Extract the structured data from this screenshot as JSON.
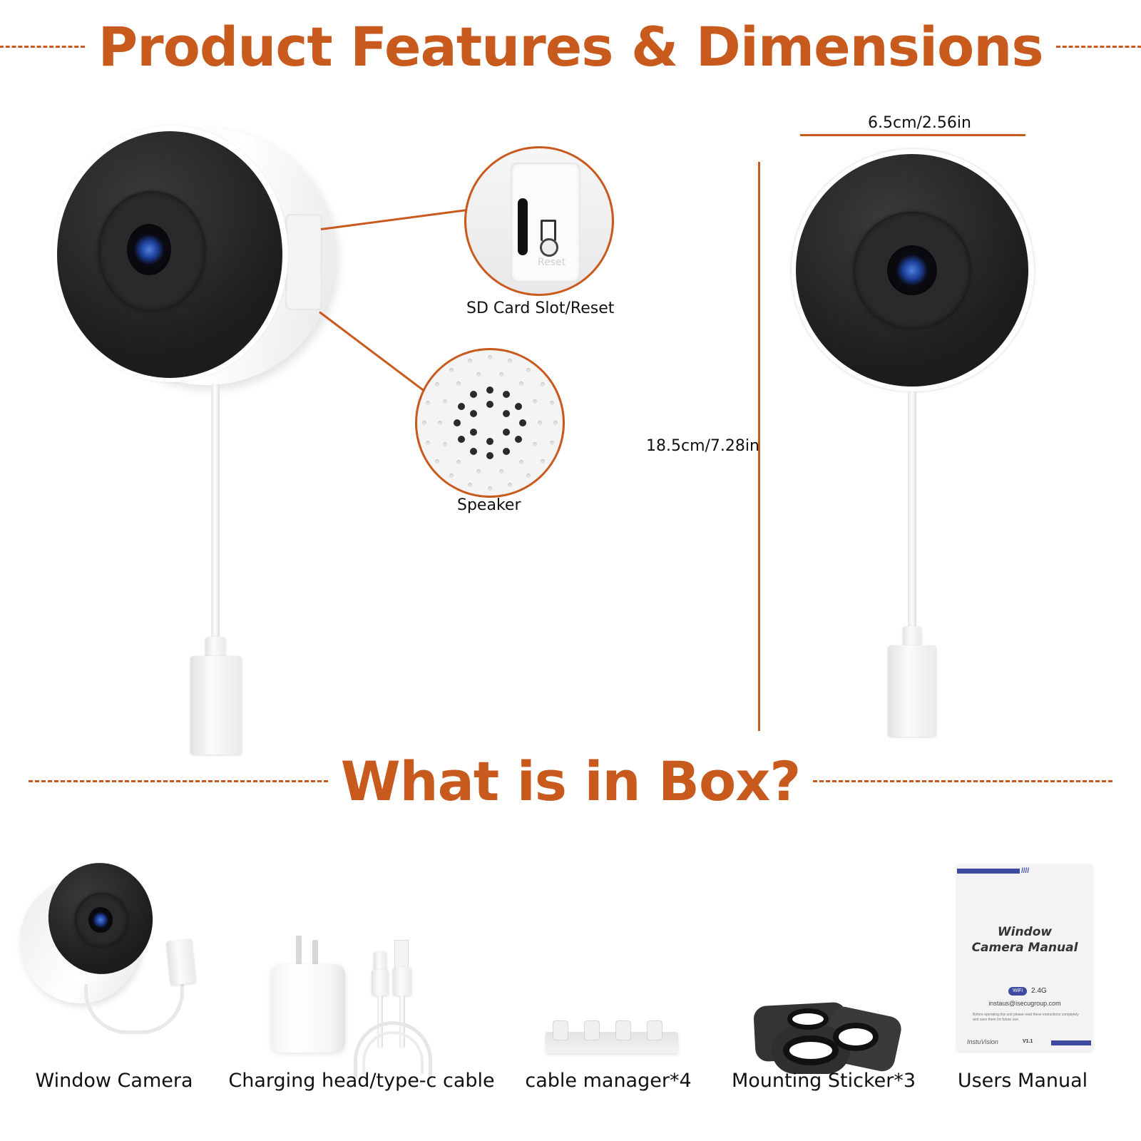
{
  "headings": {
    "features": "Product Features & Dimensions",
    "box": "What is in Box?"
  },
  "callouts": {
    "sd_card": "SD Card Slot/Reset",
    "sd_card_engraving": "Reset",
    "speaker": "Speaker"
  },
  "dimensions": {
    "width": "6.5cm/2.56in",
    "height": "18.5cm/7.28in"
  },
  "box_items": [
    {
      "label": "Window Camera"
    },
    {
      "label": "Charging head/type-c cable"
    },
    {
      "label": "cable manager*4"
    },
    {
      "label": "Mounting Sticker*3"
    },
    {
      "label": "Users Manual"
    }
  ],
  "manual": {
    "title_line1": "Window",
    "title_line2": "Camera Manual",
    "wifi_badge": "WiFi",
    "wifi_band": "2.4G",
    "email": "instaus@isecugroup.com",
    "notice": "Before operating this unit please read these instructions completely and save them for future use.",
    "brand": "InstuVision",
    "version": "V1.1"
  },
  "colors": {
    "accent": "#c85a1e",
    "text": "#111111",
    "background": "#ffffff"
  }
}
